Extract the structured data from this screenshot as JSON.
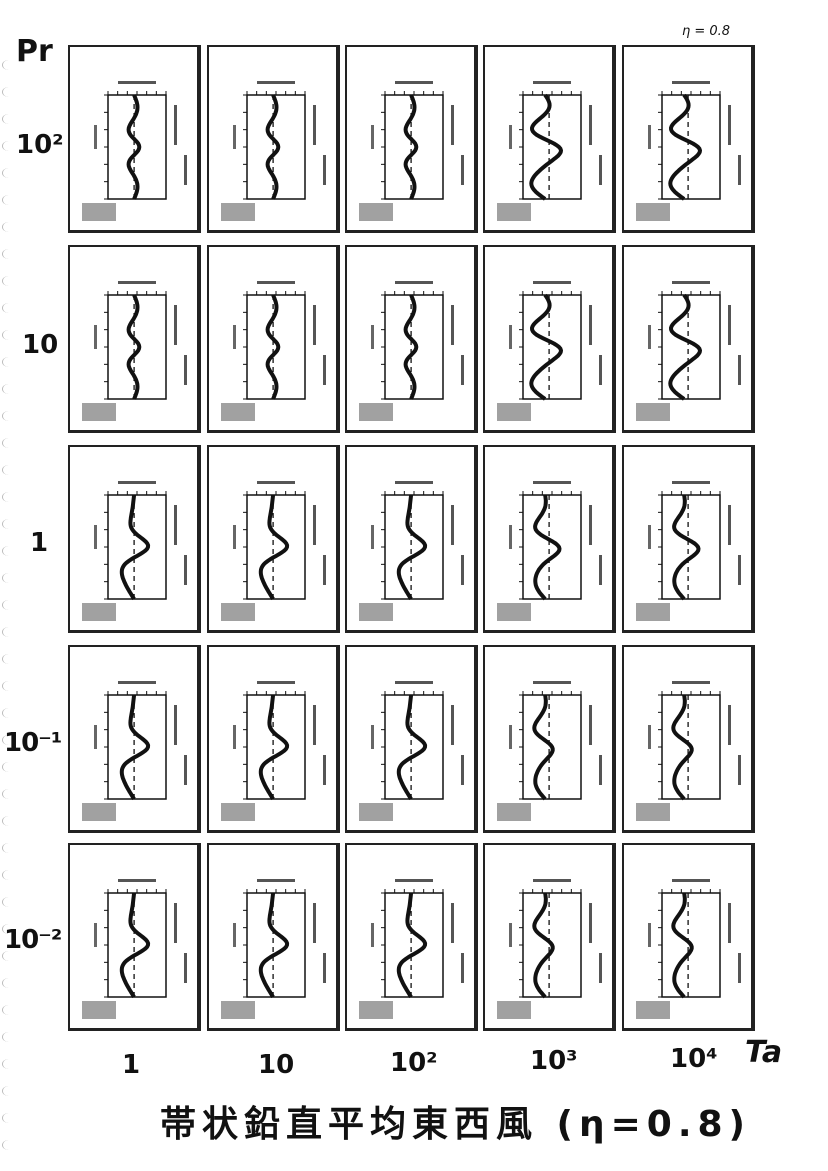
{
  "annotation_top": "η = 0.8",
  "row_axis_label": "Pr",
  "col_axis_label": "Ta",
  "row_labels": [
    "10²",
    "10",
    "1",
    "10⁻¹",
    "10⁻²"
  ],
  "col_labels": [
    "1",
    "10",
    "10²",
    "10³",
    "10⁴"
  ],
  "title": "帯状鉛直平均東西風 (η=0.8)"
}
